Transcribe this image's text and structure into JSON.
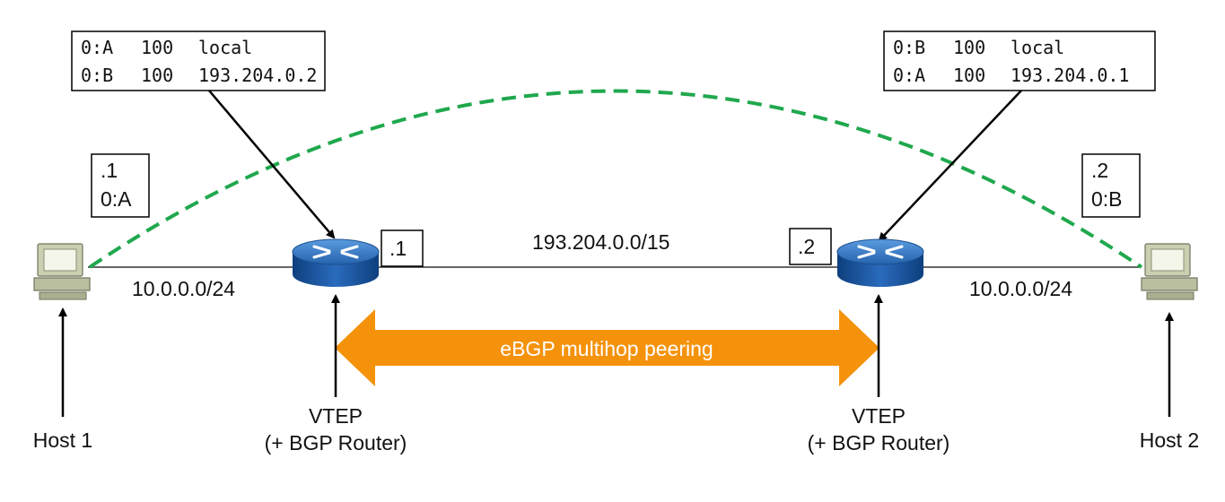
{
  "tables": {
    "left": {
      "rows": [
        {
          "mac": "0:A",
          "value": "100",
          "next": "local"
        },
        {
          "mac": "0:B",
          "value": "100",
          "next": "193.204.0.2"
        }
      ]
    },
    "right": {
      "rows": [
        {
          "mac": "0:B",
          "value": "100",
          "next": "local"
        },
        {
          "mac": "0:A",
          "value": "100",
          "next": "193.204.0.1"
        }
      ]
    }
  },
  "host_boxes": {
    "left": {
      "addr": ".1",
      "mac": "0:A"
    },
    "right": {
      "addr": ".2",
      "mac": "0:B"
    }
  },
  "router_boxes": {
    "left": ".1",
    "right": ".2"
  },
  "networks": {
    "left": "10.0.0.0/24",
    "center": "193.204.0.0/15",
    "right": "10.0.0.0/24"
  },
  "peering": {
    "label": "eBGP multihop peering",
    "color": "#f5920b"
  },
  "labels": {
    "host1": "Host 1",
    "host2": "Host 2",
    "vtep_left": {
      "line1": "VTEP",
      "line2": "(+ BGP Router)"
    },
    "vtep_right": {
      "line1": "VTEP",
      "line2": "(+ BGP Router)"
    }
  },
  "colors": {
    "tunnel": "#1fa84d",
    "router": "#1d5da8",
    "host": "#c9cfb0"
  },
  "icons": {
    "host": "desktop-computer-icon",
    "router": "router-icon"
  }
}
